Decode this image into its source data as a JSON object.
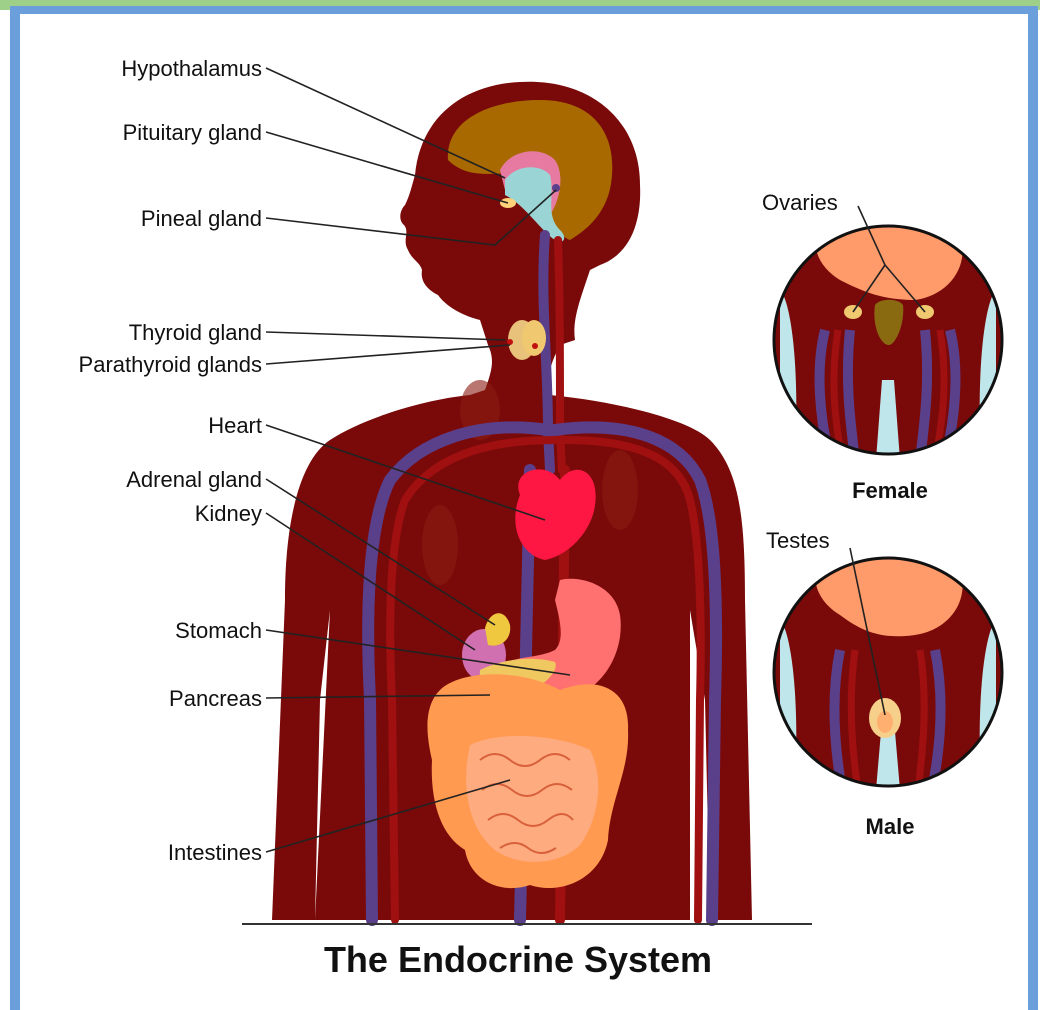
{
  "title": "The Endocrine System",
  "labels": {
    "hypothalamus": "Hypothalamus",
    "pituitary": "Pituitary gland",
    "pineal": "Pineal gland",
    "thyroid": "Thyroid gland",
    "parathyroid": "Parathyroid glands",
    "heart": "Heart",
    "adrenal": "Adrenal gland",
    "kidney": "Kidney",
    "stomach": "Stomach",
    "pancreas": "Pancreas",
    "intestines": "Intestines",
    "ovaries": "Ovaries",
    "testes": "Testes"
  },
  "insets": {
    "female": "Female",
    "male": "Male"
  },
  "colors": {
    "body": "#7a0a0a",
    "brain": "#a86a00",
    "intestines": "#ff9a6a",
    "heart": "#ff1744",
    "vein": "#5a3f8a",
    "artery": "#a01010",
    "frame_blue": "#6a9fdc",
    "frame_green": "#9fd08a"
  }
}
